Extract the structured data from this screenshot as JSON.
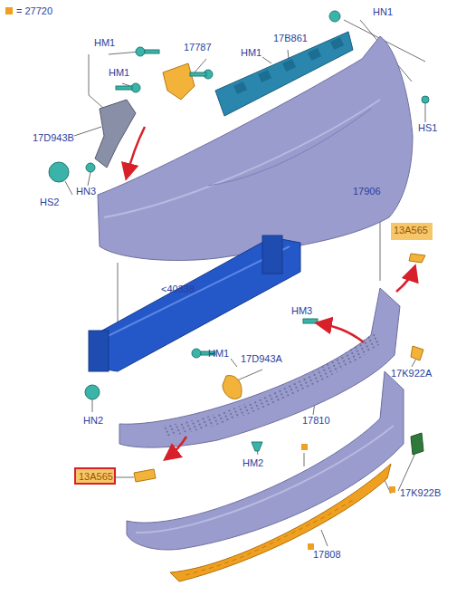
{
  "diagram": {
    "nodes": [
      {
        "text": [
          "13A565"
        ]
      },
      {
        "text": [
          "13A565"
        ]
      }
    ],
    "labels": [
      "HM1",
      "17787",
      "17B861",
      "HN1",
      "HM1",
      "HM1",
      "17D943B",
      "HN3",
      "HS2",
      "HS1",
      "17906",
      "<40338",
      "HM3",
      "HM1",
      "17D943A",
      "17K922A",
      "HN2",
      "17810",
      "HM2",
      "17K922B",
      "17808"
    ],
    "legend": [
      {
        "text": "= 27720",
        "color": "#f0a020"
      }
    ]
  }
}
